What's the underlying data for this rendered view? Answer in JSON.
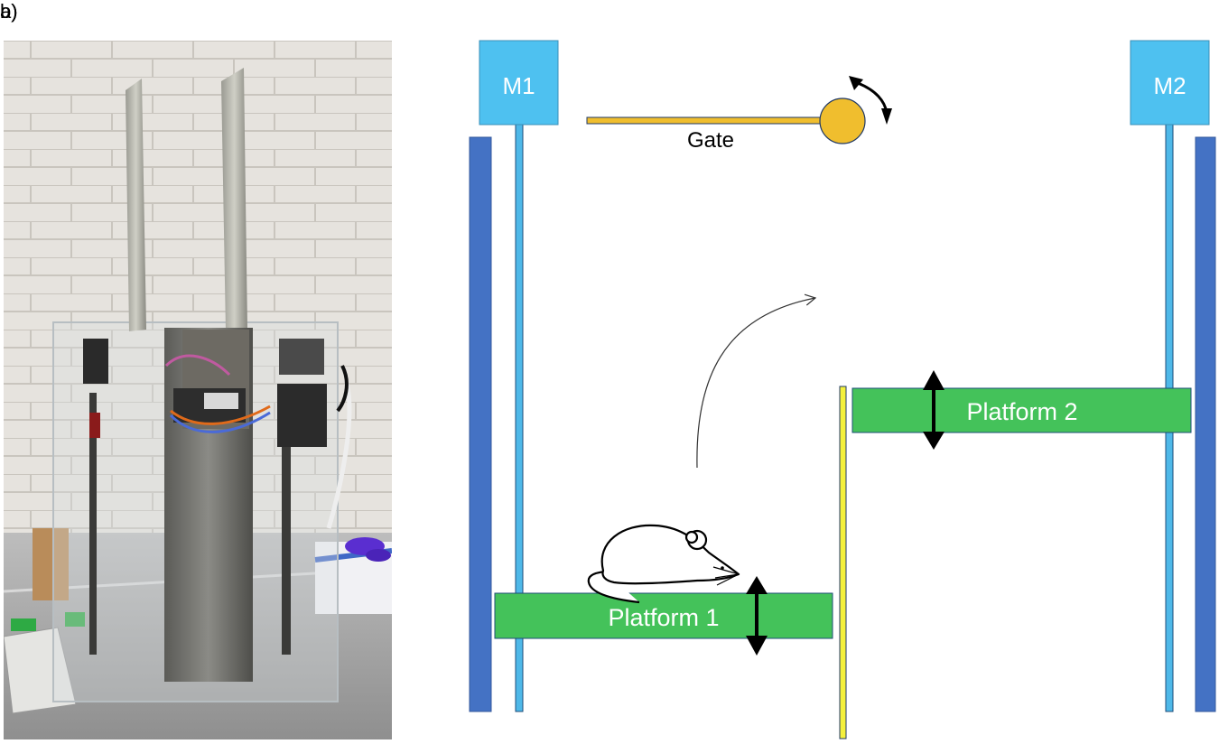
{
  "panels": {
    "a": "a)",
    "b": "b)"
  },
  "labels": {
    "motor1": "M1",
    "motor2": "M2",
    "gate": "Gate",
    "platform1": "Platform 1",
    "platform2": "Platform 2"
  },
  "colors": {
    "motor": "#4EC1F0",
    "wall": "#4472C4",
    "rod": "#4EB8E8",
    "platform": "#44C25A",
    "gate": "#F0BE2E",
    "divider": "#F4F03C"
  },
  "icons": [
    "mouse-icon",
    "rotate-arrow-icon",
    "double-arrow-icon",
    "jump-path-arrow-icon"
  ]
}
